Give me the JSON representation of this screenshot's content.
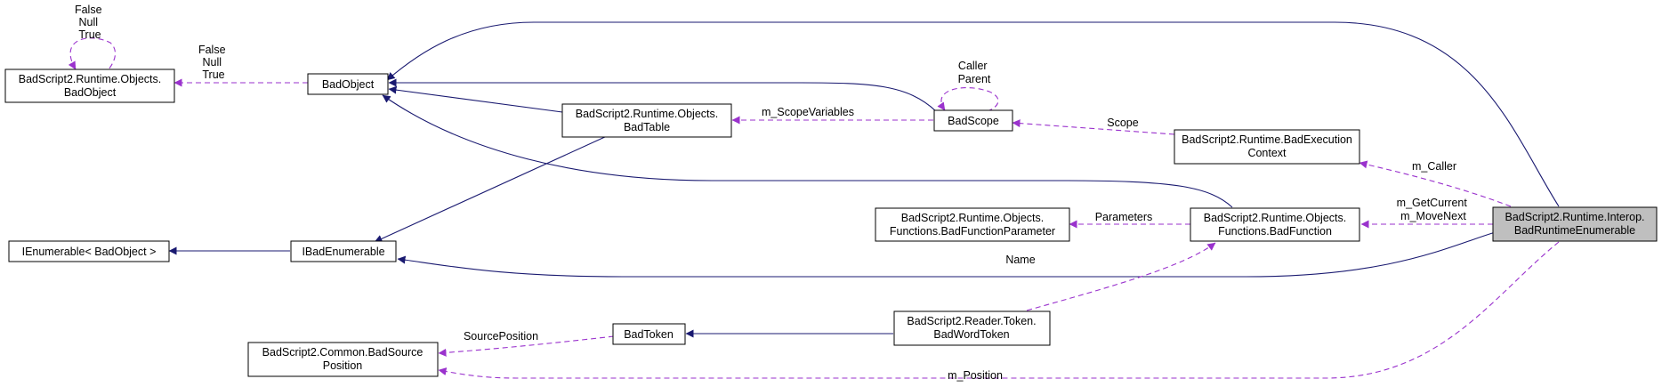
{
  "colors": {
    "inheritance": "#191970",
    "usage": "#9a32cd",
    "focus_fill": "#bfbfbf",
    "node_fill": "#ffffff"
  },
  "nodes": {
    "bro_badobject": [
      "BadScript2.Runtime.Objects.",
      "BadObject"
    ],
    "badobject": [
      "BadObject"
    ],
    "badtable": [
      "BadScript2.Runtime.Objects.",
      "BadTable"
    ],
    "badscope": [
      "BadScope"
    ],
    "exec_ctx": [
      "BadScript2.Runtime.BadExecution",
      "Context"
    ],
    "ienum_generic": [
      "IEnumerable< BadObject >"
    ],
    "ibadenum": [
      "IBadEnumerable"
    ],
    "func_param": [
      "BadScript2.Runtime.Objects.",
      "Functions.BadFunctionParameter"
    ],
    "badfunction": [
      "BadScript2.Runtime.Objects.",
      "Functions.BadFunction"
    ],
    "runtime_enum": [
      "BadScript2.Runtime.Interop.",
      "BadRuntimeEnumerable"
    ],
    "source_pos": [
      "BadScript2.Common.BadSource",
      "Position"
    ],
    "badtoken": [
      "BadToken"
    ],
    "wordtoken": [
      "BadScript2.Reader.Token.",
      "BadWordToken"
    ]
  },
  "edge_labels": {
    "self_loop": [
      "False",
      "Null",
      "True"
    ],
    "badobject_usage": [
      "False",
      "Null",
      "True"
    ],
    "caller_parent": [
      "Caller",
      "Parent"
    ],
    "scope_variables": [
      "m_ScopeVariables"
    ],
    "scope": [
      "Scope"
    ],
    "caller": [
      "m_Caller"
    ],
    "getcurrent_movenext": [
      "m_GetCurrent",
      "m_MoveNext"
    ],
    "parameters": [
      "Parameters"
    ],
    "name": [
      "Name"
    ],
    "source_position": [
      "SourcePosition"
    ],
    "position": [
      "m_Position"
    ]
  }
}
